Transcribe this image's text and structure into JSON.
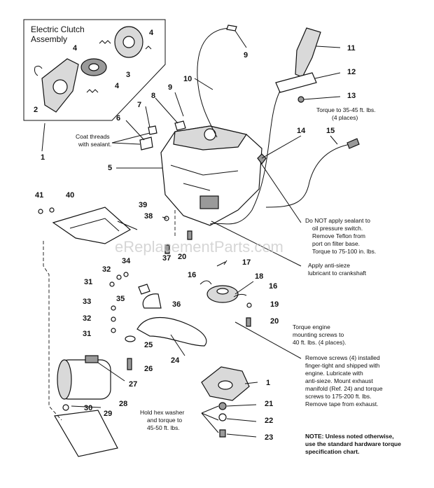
{
  "inset": {
    "title_line1": "Electric Clutch",
    "title_line2": "Assembly"
  },
  "callouts": [
    {
      "id": "c4a",
      "label": "4"
    },
    {
      "id": "c4b",
      "label": "4"
    },
    {
      "id": "c3",
      "label": "3"
    },
    {
      "id": "c4c",
      "label": "4"
    },
    {
      "id": "c2",
      "label": "2"
    },
    {
      "id": "c1top",
      "label": "1"
    },
    {
      "id": "c9a",
      "label": "9"
    },
    {
      "id": "c10",
      "label": "10"
    },
    {
      "id": "c9b",
      "label": "9"
    },
    {
      "id": "c8",
      "label": "8"
    },
    {
      "id": "c7",
      "label": "7"
    },
    {
      "id": "c6",
      "label": "6"
    },
    {
      "id": "c5",
      "label": "5"
    },
    {
      "id": "c11",
      "label": "11"
    },
    {
      "id": "c12",
      "label": "12"
    },
    {
      "id": "c13",
      "label": "13"
    },
    {
      "id": "c14",
      "label": "14"
    },
    {
      "id": "c15",
      "label": "15"
    },
    {
      "id": "c41",
      "label": "41"
    },
    {
      "id": "c40",
      "label": "40"
    },
    {
      "id": "c39",
      "label": "39"
    },
    {
      "id": "c38",
      "label": "38"
    },
    {
      "id": "c37",
      "label": "37"
    },
    {
      "id": "c20a",
      "label": "20"
    },
    {
      "id": "c17",
      "label": "17"
    },
    {
      "id": "c16a",
      "label": "16"
    },
    {
      "id": "c18",
      "label": "18"
    },
    {
      "id": "c16b",
      "label": "16"
    },
    {
      "id": "c19",
      "label": "19"
    },
    {
      "id": "c20b",
      "label": "20"
    },
    {
      "id": "c32a",
      "label": "32"
    },
    {
      "id": "c34",
      "label": "34"
    },
    {
      "id": "c31a",
      "label": "31"
    },
    {
      "id": "c35",
      "label": "35"
    },
    {
      "id": "c36",
      "label": "36"
    },
    {
      "id": "c33",
      "label": "33"
    },
    {
      "id": "c32b",
      "label": "32"
    },
    {
      "id": "c31b",
      "label": "31"
    },
    {
      "id": "c25",
      "label": "25"
    },
    {
      "id": "c26",
      "label": "26"
    },
    {
      "id": "c24",
      "label": "24"
    },
    {
      "id": "c27",
      "label": "27"
    },
    {
      "id": "c28",
      "label": "28"
    },
    {
      "id": "c1b",
      "label": "1"
    },
    {
      "id": "c21",
      "label": "21"
    },
    {
      "id": "c22",
      "label": "22"
    },
    {
      "id": "c23",
      "label": "23"
    },
    {
      "id": "c30",
      "label": "30"
    },
    {
      "id": "c29",
      "label": "29"
    }
  ],
  "notes": {
    "coat_threads": [
      "Coat threads",
      "with sealant."
    ],
    "torque_13": [
      "Torque to 35-45 ft. lbs.",
      "(4 places)"
    ],
    "sealant_note": [
      "Do NOT apply sealant to",
      "oil pressure switch.",
      "Remove Teflon from",
      "port on filter base.",
      "Torque to 75-100 in. lbs."
    ],
    "antisieze": [
      "Apply anti-sieze",
      "lubricant to crankshaft"
    ],
    "engine_torque": [
      "Torque engine",
      "mounting screws to",
      "40 ft. lbs. (4 places)."
    ],
    "screws_note": [
      "Remove screws (4) installed",
      "finger-tight and shipped with",
      "engine. Lubricate with",
      "anti-sieze. Mount exhaust",
      "manifold (Ref. 24) and torque",
      "screws to 175-200 ft. lbs.",
      "Remove tape from exhaust."
    ],
    "hex_washer": [
      "Hold hex washer",
      "and torque to",
      "45-50 ft. lbs."
    ],
    "footnote": [
      "NOTE: Unless noted otherwise,",
      "use the standard hardware torque",
      "specification chart."
    ]
  },
  "watermark": "eReplacementParts.com"
}
